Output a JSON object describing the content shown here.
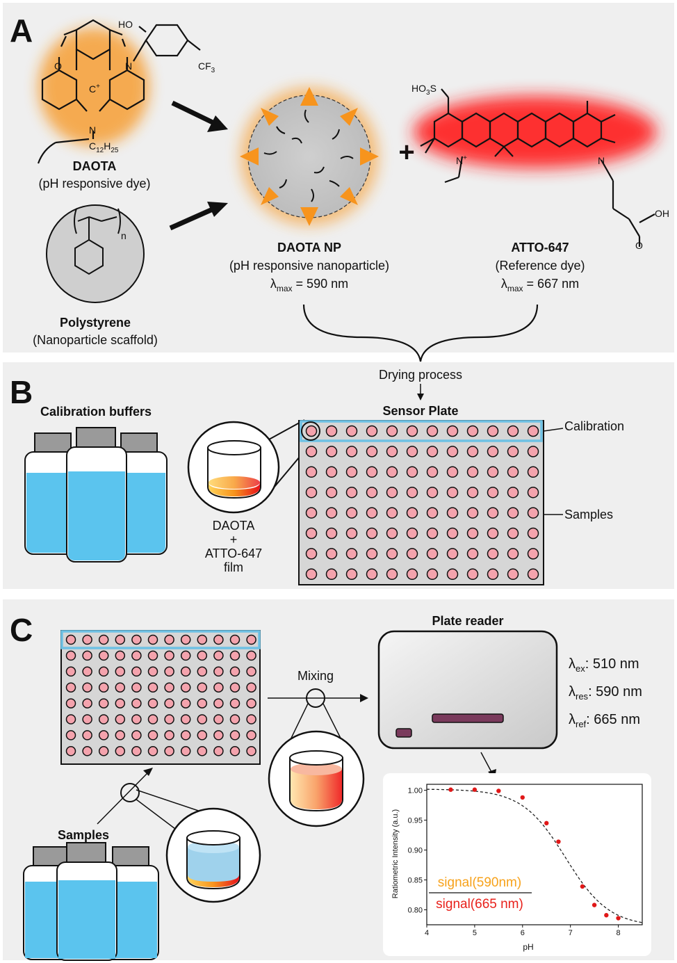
{
  "panel_a": {
    "letter": "A",
    "daota": {
      "name": "DAOTA",
      "desc": "(pH responsive dye)",
      "atoms": {
        "ho": "HO",
        "cf3": "CF",
        "cf3_sub": "3",
        "o": "O",
        "n1": "N",
        "n2": "N",
        "c": "C",
        "cplus": "+",
        "alkyl": "C",
        "alkyl_sub1": "12",
        "alkyl_h": "H",
        "alkyl_sub2": "25"
      }
    },
    "polystyrene": {
      "name": "Polystyrene",
      "desc": "(Nanoparticle scaffold)",
      "n": "n"
    },
    "nanoparticle": {
      "name": "DAOTA NP",
      "desc": "(pH responsive nanoparticle)",
      "lambda": "λ",
      "lambda_sub": "max",
      "value": " = 590 nm"
    },
    "plus": "+",
    "atto": {
      "name": "ATTO-647",
      "desc": "(Reference dye)",
      "lambda": "λ",
      "lambda_sub": "max",
      "value": " = 667 nm",
      "atoms": {
        "so3": "HO",
        "so3_sub": "3",
        "so3_s": "S",
        "n1": "N",
        "nplus": "+",
        "n2": "N",
        "oh": "OH",
        "o": "O"
      }
    },
    "drying": "Drying process"
  },
  "panel_b": {
    "letter": "B",
    "calibration_buffers": "Calibration buffers",
    "sensor_plate": "Sensor Plate",
    "calibration": "Calibration",
    "samples": "Samples",
    "film_lines": [
      "DAOTA",
      "+",
      "ATTO-647",
      "film"
    ]
  },
  "panel_c": {
    "letter": "C",
    "plate_reader": "Plate reader",
    "mixing": "Mixing",
    "samples": "Samples",
    "lambdas": [
      {
        "sym": "λ",
        "sub": "ex",
        "val": ": 510 nm"
      },
      {
        "sym": "λ",
        "sub": "res",
        "val": ": 590 nm"
      },
      {
        "sym": "λ",
        "sub": "ref",
        "val": ": 665 nm"
      }
    ]
  },
  "colors": {
    "orange": "#f7941d",
    "red": "#ff1a1a",
    "well": "#f4a3ad",
    "buffer": "#5bc4ee",
    "panel_bg": "#efefef",
    "highlight": "#6ec1e4"
  },
  "chart_data": {
    "type": "scatter",
    "xlabel": "pH",
    "ylabel": "Ratiometric Intensity (a.u.)",
    "xlim": [
      4,
      8.5
    ],
    "ylim": [
      0.775,
      1.01
    ],
    "xticks": [
      4,
      5,
      6,
      7,
      8
    ],
    "yticks": [
      0.8,
      0.85,
      0.9,
      0.95,
      1.0
    ],
    "ytick_labels": [
      "0.80",
      "0.85",
      "0.90",
      "0.95",
      "1.00"
    ],
    "points": [
      [
        4.5,
        1.001
      ],
      [
        5.0,
        1.001
      ],
      [
        5.5,
        0.999
      ],
      [
        6.0,
        0.988
      ],
      [
        6.5,
        0.945
      ],
      [
        6.75,
        0.914
      ],
      [
        7.25,
        0.839
      ],
      [
        7.5,
        0.808
      ],
      [
        7.75,
        0.791
      ],
      [
        8.0,
        0.786
      ]
    ],
    "curve": {
      "style": "dashed",
      "top": 1.002,
      "bottom": 0.772,
      "midpoint": 6.9,
      "slope": 2.2
    },
    "annotation": {
      "numerator": "signal(590nm)",
      "denominator": "signal(665 nm)",
      "numerator_color": "#f7a21b",
      "denominator_color": "#e8211b"
    }
  }
}
